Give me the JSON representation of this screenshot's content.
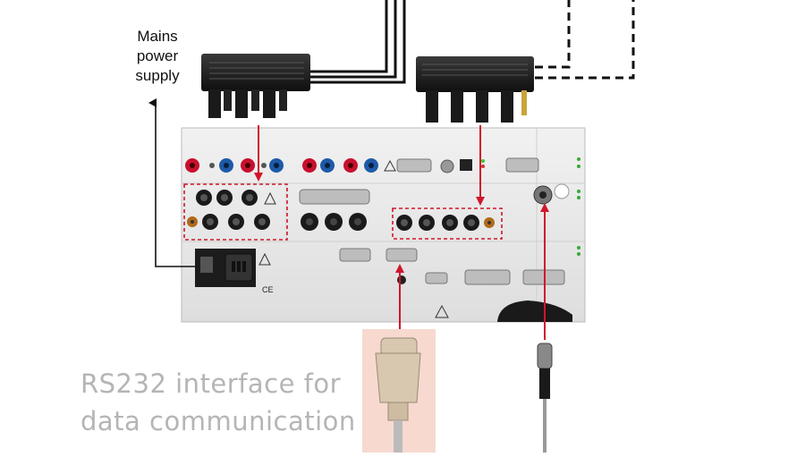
{
  "labels": {
    "mains_line1": "Mains",
    "mains_line2": "power",
    "mains_line3": "supply"
  },
  "caption": {
    "line1": "RS232 interface for",
    "line2": "data communication"
  },
  "panel": {
    "ce_mark": "CE"
  },
  "colors": {
    "highlight": "#d0162a",
    "socket_red": "#c8102e",
    "socket_blue": "#1e5aa8",
    "panel_bg": "#e9e9e9",
    "caption_text": "#b5b5b5",
    "connector_bg": "#f7d9d0"
  },
  "icons": [
    "warning-icon",
    "ce-mark-icon",
    "arrow-up-icon",
    "arrow-down-icon"
  ]
}
